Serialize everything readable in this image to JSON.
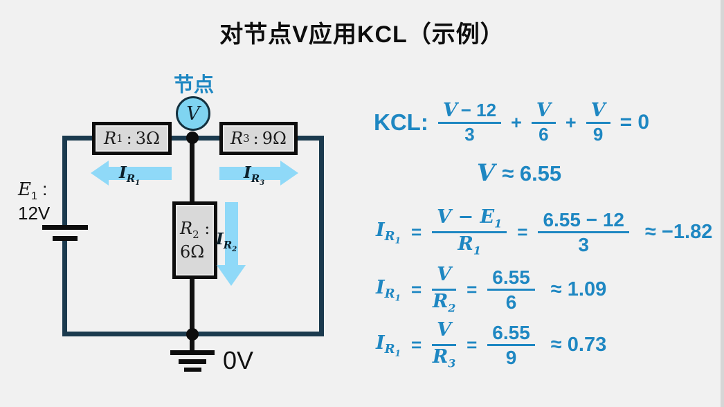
{
  "title": "对节点V应用KCL（示例）",
  "colors": {
    "background": "#f1f1f1",
    "accent_blue": "#1e87c2",
    "arrow_blue": "#8fd9f8",
    "node_fill": "#7fd4f1",
    "wire_navy": "#1b3a4e",
    "ink_black": "#111111"
  },
  "circuit": {
    "node_label": "节点",
    "node_symbol": "V",
    "ground_label": "0V",
    "source": {
      "sym": "E",
      "sub": "1",
      "sep": ":",
      "value": "12V"
    },
    "r1": {
      "sym": "R",
      "sub": "1",
      "sep": ":",
      "value": "3Ω"
    },
    "r2": {
      "sym": "R",
      "sub": "2",
      "sep": ":",
      "value": "6Ω"
    },
    "r3": {
      "sym": "R",
      "sub": "3",
      "sep": ":",
      "value": "9Ω"
    },
    "i1": {
      "sym": "I",
      "sub": "R",
      "subsub": "1"
    },
    "i2": {
      "sym": "I",
      "sub": "R",
      "subsub": "2"
    },
    "i3": {
      "sym": "I",
      "sub": "R",
      "subsub": "3"
    }
  },
  "equations": {
    "kcl": {
      "label": "KCL:",
      "f1": {
        "num_var": "V",
        "num_rest": "− 12",
        "den": "3"
      },
      "plus1": "+",
      "f2": {
        "num_var": "V",
        "den": "6"
      },
      "plus2": "+",
      "f3": {
        "num_var": "V",
        "den": "9"
      },
      "tail": "= 0"
    },
    "solution": {
      "var": "V",
      "value": "≈ 6.55"
    },
    "rows": [
      {
        "i_sym": "I",
        "i_sub": "R",
        "i_subsub": "1",
        "eq1": "=",
        "sf_num_var": "V − E",
        "sf_num_sub": "1",
        "sf_den_var": "R",
        "sf_den_sub": "1",
        "eq2": "=",
        "nf_num": "6.55 − 12",
        "nf_den": "3",
        "result": "≈ −1.82"
      },
      {
        "i_sym": "I",
        "i_sub": "R",
        "i_subsub": "1",
        "eq1": "=",
        "sf_num_var": "V",
        "sf_num_sub": "",
        "sf_den_var": "R",
        "sf_den_sub": "2",
        "eq2": "=",
        "nf_num": "6.55",
        "nf_den": "6",
        "result": "≈ 1.09"
      },
      {
        "i_sym": "I",
        "i_sub": "R",
        "i_subsub": "1",
        "eq1": "=",
        "sf_num_var": "V",
        "sf_num_sub": "",
        "sf_den_var": "R",
        "sf_den_sub": "3",
        "eq2": "=",
        "nf_num": "6.55",
        "nf_den": "9",
        "result": "≈ 0.73"
      }
    ]
  }
}
